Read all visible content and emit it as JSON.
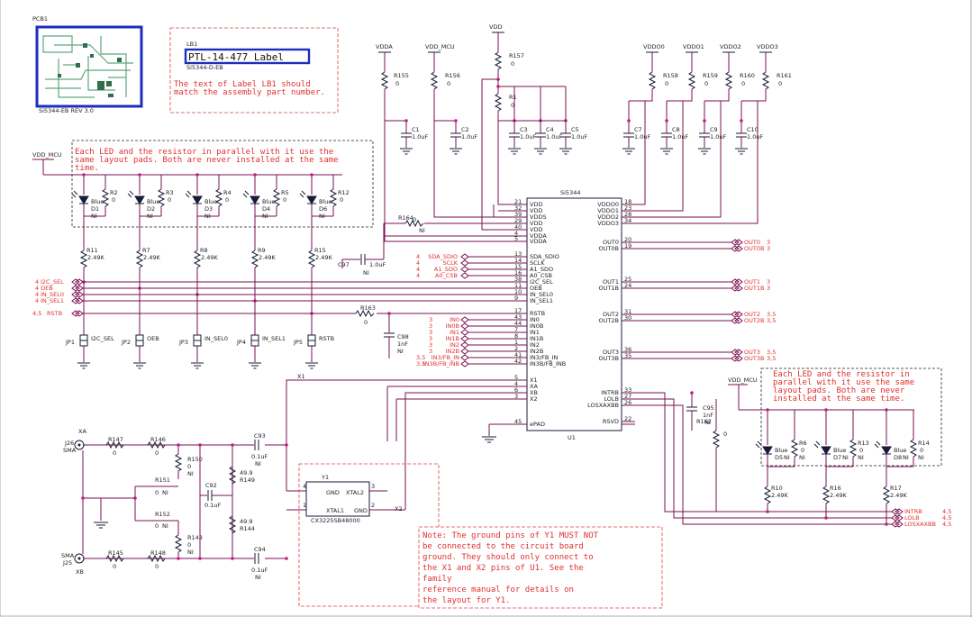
{
  "pcb": {
    "ref": "PCB1",
    "caption": "Si5344-EB REV 3.0"
  },
  "label": {
    "ref": "LB1",
    "text": "PTL-14-477 Label",
    "pn": "Si5344-D-EB",
    "note": [
      "The text of Label LB1 should",
      "match the assembly part number."
    ]
  },
  "led_note_left": [
    "Each LED and the resistor in parallel with it use the",
    "same layout pads.  Both are never installed at the same",
    "time."
  ],
  "led_note_right": [
    "Each LED and the resistor in",
    "parallel with it use the same",
    "layout pads.  Both are never",
    "installed at the same time."
  ],
  "y1_note": [
    "Note:  The ground pins of Y1 MUST NOT",
    "be connected to the circuit board",
    "ground.  They should only connect to",
    "the X1 and X2  pins of U1. See the",
    "family",
    "reference manual for details on",
    "the layout for Y1."
  ],
  "rails": {
    "vdda": "VDDA",
    "vdd_mcu": "VDD_MCU",
    "vdd": "VDD",
    "vddo0": "VDDO0",
    "vddo1": "VDDO1",
    "vddo2": "VDDO2",
    "vddo3": "VDDO3"
  },
  "top_res": [
    {
      "ref": "R155",
      "val": "0"
    },
    {
      "ref": "R156",
      "val": "0"
    },
    {
      "ref": "R157",
      "val": "0"
    },
    {
      "ref": "R1",
      "val": "0"
    },
    {
      "ref": "R158",
      "val": "0"
    },
    {
      "ref": "R159",
      "val": "0"
    },
    {
      "ref": "R160",
      "val": "0"
    },
    {
      "ref": "R161",
      "val": "0"
    }
  ],
  "caps_top": [
    {
      "ref": "C1",
      "val": "1.0uF"
    },
    {
      "ref": "C2",
      "val": "1.0uF"
    },
    {
      "ref": "C3",
      "val": "1.0uF"
    },
    {
      "ref": "C4",
      "val": "1.0uF"
    },
    {
      "ref": "C5",
      "val": "1.0uF"
    },
    {
      "ref": "C7",
      "val": "1.0uF"
    },
    {
      "ref": "C8",
      "val": "1.0uF"
    },
    {
      "ref": "C9",
      "val": "1.0uF"
    },
    {
      "ref": "C10",
      "val": "1.0uF"
    }
  ],
  "leds_left": [
    {
      "led": "D1",
      "res": "R2",
      "pull": "R11",
      "jp": "JP1",
      "sig": "I2C_SEL"
    },
    {
      "led": "D2",
      "res": "R3",
      "pull": "R7",
      "jp": "JP2",
      "sig": "OEB"
    },
    {
      "led": "D3",
      "res": "R4",
      "pull": "R8",
      "jp": "JP3",
      "sig": "IN_SEL0"
    },
    {
      "led": "D4",
      "res": "R5",
      "pull": "R9",
      "jp": "JP4",
      "sig": "IN_SEL1"
    },
    {
      "led": "D6",
      "res": "R12",
      "pull": "R15",
      "jp": "JP5",
      "sig": "RSTB"
    }
  ],
  "leds_right": [
    {
      "led": "D5",
      "res": "R6",
      "pull": "R10"
    },
    {
      "led": "D7",
      "res": "R13",
      "pull": "R16"
    },
    {
      "led": "D8",
      "res": "R14",
      "pull": "R17"
    }
  ],
  "common": {
    "blue": "Blue",
    "ni": "NI",
    "zero": "0",
    "pullval": "2.49K",
    "vdd_mcu": "VDD_MCU"
  },
  "u1": {
    "name": "Si5344",
    "ref": "U1",
    "left_pins": [
      {
        "num": "21",
        "name": "VDD"
      },
      {
        "num": "32",
        "name": "VDD"
      },
      {
        "num": "39",
        "name": "VDDS"
      },
      {
        "num": "29",
        "name": "VDD"
      },
      {
        "num": "40",
        "name": "VDD"
      },
      {
        "num": "4",
        "name": "VDDA"
      },
      {
        "num": "5",
        "name": "VDDA"
      },
      {
        "num": "13",
        "name": "SDA_SDIO"
      },
      {
        "num": "14",
        "name": "SCLK"
      },
      {
        "num": "15",
        "name": "A1_SDO"
      },
      {
        "num": "16",
        "name": "A0_CSB"
      },
      {
        "num": "38",
        "name": "I2C_SEL"
      },
      {
        "num": "11",
        "name": "OEB"
      },
      {
        "num": "10",
        "name": "IN_SEL0"
      },
      {
        "num": "9",
        "name": "IN_SEL1"
      },
      {
        "num": "17",
        "name": "RSTB"
      },
      {
        "num": "43",
        "name": "IN0"
      },
      {
        "num": "44",
        "name": "IN0B"
      },
      {
        "num": "7",
        "name": "IN1"
      },
      {
        "num": "8",
        "name": "IN1B"
      },
      {
        "num": "1",
        "name": "IN2"
      },
      {
        "num": "2",
        "name": "IN2B"
      },
      {
        "num": "41",
        "name": "IN3/FB_IN"
      },
      {
        "num": "42",
        "name": "IN3B/FB_INB"
      },
      {
        "num": "5",
        "name": "X1"
      },
      {
        "num": "4",
        "name": "XA"
      },
      {
        "num": "6",
        "name": "XB"
      },
      {
        "num": "3",
        "name": "X2"
      },
      {
        "num": "45",
        "name": "ePAD"
      }
    ],
    "right_pins": [
      {
        "num": "18",
        "name": "VDDO0"
      },
      {
        "num": "23",
        "name": "VDDO1"
      },
      {
        "num": "28",
        "name": "VDDO2"
      },
      {
        "num": "34",
        "name": "VDDO3"
      },
      {
        "num": "20",
        "name": "OUT0"
      },
      {
        "num": "19",
        "name": "OUT0B"
      },
      {
        "num": "25",
        "name": "OUT1"
      },
      {
        "num": "24",
        "name": "OUT1B"
      },
      {
        "num": "31",
        "name": "OUT2"
      },
      {
        "num": "30",
        "name": "OUT2B"
      },
      {
        "num": "36",
        "name": "OUT3"
      },
      {
        "num": "35",
        "name": "OUT3B"
      },
      {
        "num": "33",
        "name": "INTRB"
      },
      {
        "num": "27",
        "name": "LOLB"
      },
      {
        "num": "26",
        "name": "LOSXAXBB"
      },
      {
        "num": "22",
        "name": "RSVD"
      }
    ]
  },
  "ports_left": [
    {
      "name": "I2C_SEL",
      "sheet": "4"
    },
    {
      "name": "OEB",
      "sheet": "4"
    },
    {
      "name": "IN_SEL0",
      "sheet": "4"
    },
    {
      "name": "IN_SEL1",
      "sheet": "4"
    },
    {
      "name": "RSTB",
      "sheet": "4,5"
    }
  ],
  "ports_spi": [
    {
      "name": "SDA_SDIO",
      "sheet": "4"
    },
    {
      "name": "SCLK",
      "sheet": "4"
    },
    {
      "name": "A1_SDO",
      "sheet": "4"
    },
    {
      "name": "A0_CSB",
      "sheet": "4"
    }
  ],
  "ports_in": [
    {
      "name": "IN0",
      "sheet": "3"
    },
    {
      "name": "IN0B",
      "sheet": "3"
    },
    {
      "name": "IN1",
      "sheet": "3"
    },
    {
      "name": "IN1B",
      "sheet": "3"
    },
    {
      "name": "IN2",
      "sheet": "3"
    },
    {
      "name": "IN2B",
      "sheet": "3"
    },
    {
      "name": "IN3/FB_IN",
      "sheet": "3,5"
    },
    {
      "name": "IN3B/FB_INB",
      "sheet": "3,5"
    }
  ],
  "ports_out": [
    {
      "name": "OUT0",
      "sheet": "3"
    },
    {
      "name": "OUT0B",
      "sheet": "3"
    },
    {
      "name": "OUT1",
      "sheet": "3"
    },
    {
      "name": "OUT1B",
      "sheet": "3"
    },
    {
      "name": "OUT2",
      "sheet": "3,5"
    },
    {
      "name": "OUT2B",
      "sheet": "3,5"
    },
    {
      "name": "OUT3",
      "sheet": "3,5"
    },
    {
      "name": "OUT3B",
      "sheet": "3,5"
    }
  ],
  "ports_status": [
    {
      "name": "INTRB",
      "sheet": "4,5"
    },
    {
      "name": "LOLB",
      "sheet": "4,5"
    },
    {
      "name": "LOSXAXBB",
      "sheet": "4,5"
    }
  ],
  "misc": {
    "r164": "R164",
    "c97": "C97",
    "c97v": "1.0uF",
    "r163": "R163",
    "c98": "C98",
    "c98v": "1nF",
    "c95": "C95",
    "c95v": "1nF",
    "r162": "R162",
    "x1": "X1",
    "x2": "X2",
    "xa": "XA",
    "xb": "XB",
    "j26": "J26",
    "j25": "J25",
    "sma": "SMA",
    "r147": "R147",
    "r146": "R146",
    "r150": "R150",
    "r151": "R151",
    "r152": "R152",
    "r143": "R143",
    "r145": "R145",
    "r148": "R148",
    "r149": "R149",
    "r144": "R144",
    "r49": "49.9",
    "c92": "C92",
    "c92v": "0.1uF",
    "c93": "C93",
    "c93v": "0.1uF",
    "c94": "C94",
    "c94v": "0.1uF",
    "y1": "Y1",
    "y1pn": "CX3225SB48000",
    "gnd": "GND",
    "xtal1": "XTAL1",
    "xtal2": "XTAL2"
  }
}
